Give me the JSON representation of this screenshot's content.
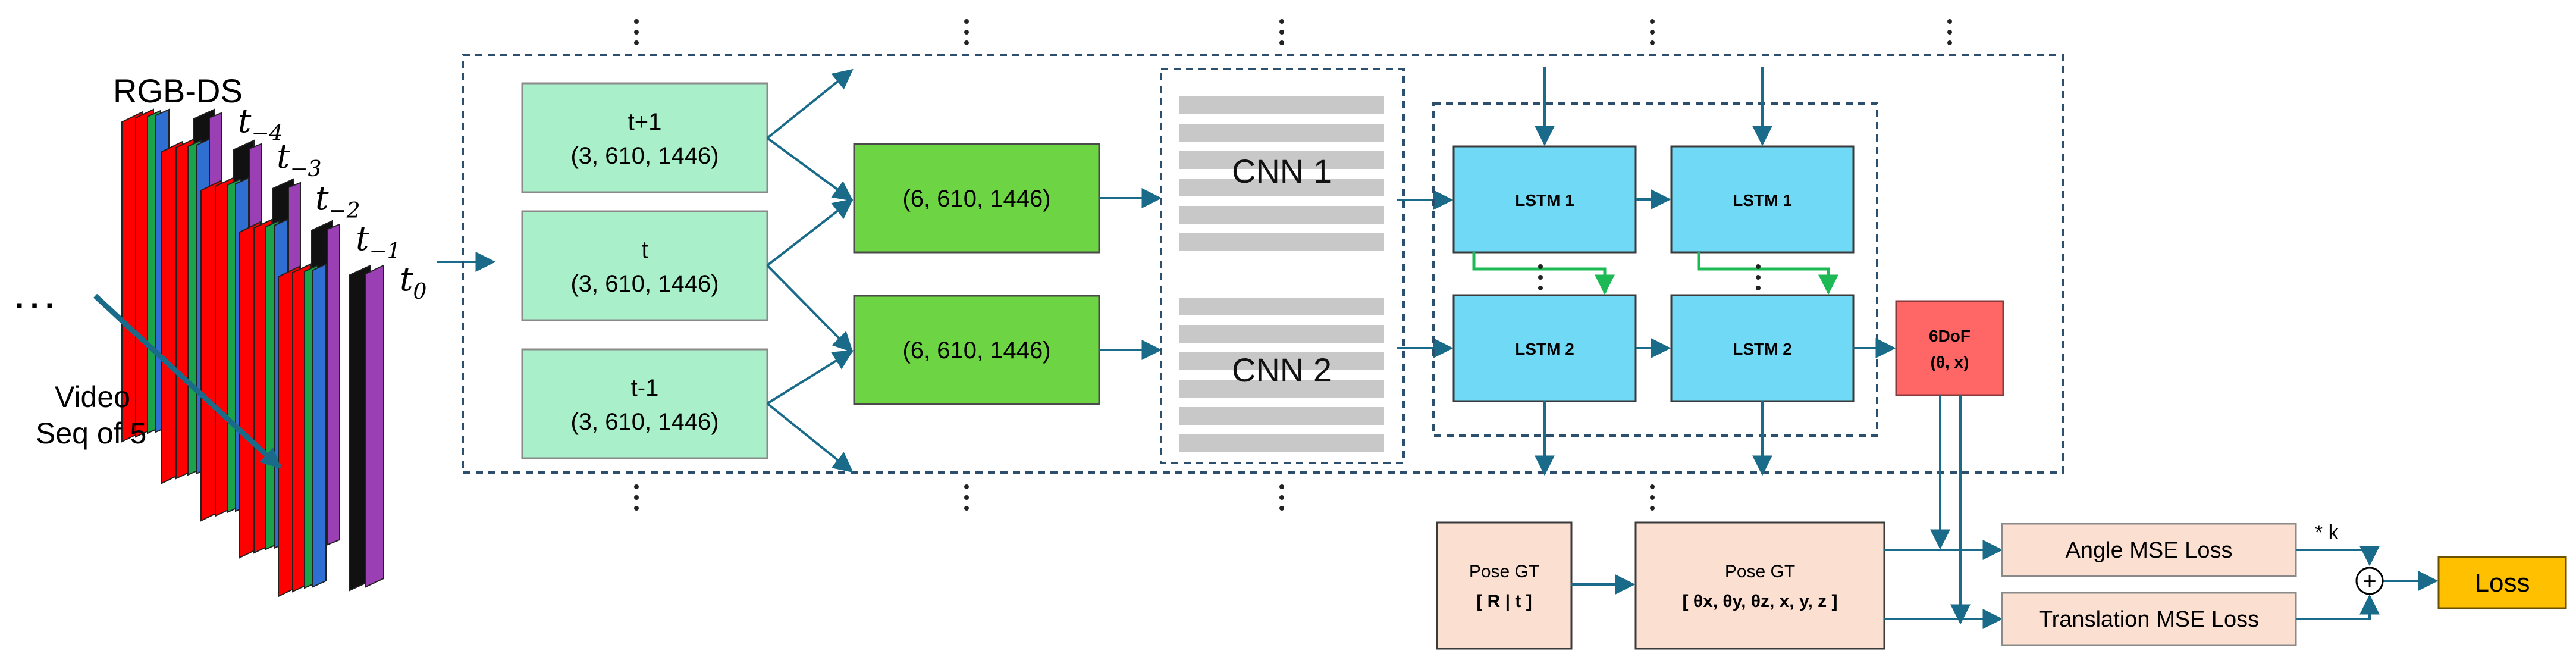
{
  "input": {
    "title": "RGB-DS",
    "time_labels": {
      "base": "t",
      "subs": [
        "−4",
        "−3",
        "−2",
        "−1",
        "0"
      ]
    },
    "ellipsis": "…",
    "video_label_line1": "Video",
    "video_label_line2": "Seq of 5"
  },
  "frames": [
    {
      "line1": "t+1",
      "line2": "(3, 610, 1446)"
    },
    {
      "line1": "t",
      "line2": "(3, 610, 1446)"
    },
    {
      "line1": "t-1",
      "line2": "(3, 610, 1446)"
    }
  ],
  "pairs": [
    {
      "label": "(6, 610, 1446)"
    },
    {
      "label": "(6, 610, 1446)"
    }
  ],
  "cnn": [
    {
      "label": "CNN 1"
    },
    {
      "label": "CNN 2"
    }
  ],
  "lstm": {
    "top": [
      "LSTM 1",
      "LSTM 1"
    ],
    "bottom": [
      "LSTM 2",
      "LSTM 2"
    ]
  },
  "dof": {
    "line1": "6DoF",
    "line2": "(θ, x)"
  },
  "pose_gt_rt": {
    "line1": "Pose GT",
    "line2": "[ R | t ]"
  },
  "pose_gt_vec": {
    "line1": "Pose GT",
    "line2": "[ θx, θy, θz, x, y, z ]"
  },
  "losses": {
    "angle": "Angle MSE Loss",
    "translation": "Translation MSE Loss",
    "k_label": "* k",
    "sum_symbol": "+",
    "total": "Loss"
  },
  "colors": {
    "frame_fill": "#a9efc9",
    "pair_fill": "#6dd443",
    "lstm_fill": "#6fd9f6",
    "dof_fill": "#ff6666",
    "pose_fill": "#fbe0d2",
    "loss_fill": "#ffc000",
    "arrow": "#1a6b8a",
    "green_arrow": "#1db954",
    "dash": "#2c4f6e"
  }
}
